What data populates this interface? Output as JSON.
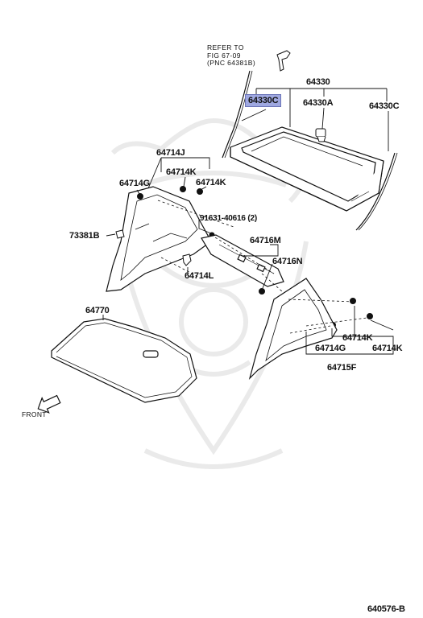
{
  "callout": {
    "line1": "REFER TO",
    "line2": "FIG 67-09",
    "line3": "(PNC 64381B)"
  },
  "labels": {
    "p64330": "64330",
    "p64330c_left": "64330C",
    "p64330a": "64330A",
    "p64330c_right": "64330C",
    "p64714j": "64714J",
    "p64714k_top": "64714K",
    "p64714g_left": "64714G",
    "p64714k_mid": "64714K",
    "p91631": "91631-40616 (2)",
    "p73381b": "73381B",
    "p64716m": "64716M",
    "p64716n": "64716N",
    "p64714l": "64714L",
    "p64770": "64770",
    "p64714k_r1": "64714K",
    "p64714g_right": "64714G",
    "p64714k_r2": "64714K",
    "p64715f": "64715F",
    "front": "FRONT",
    "diagram_code": "640576-B"
  },
  "colors": {
    "line": "#111111",
    "highlight": "#9fa8e0",
    "watermark": "#e6e6e6"
  }
}
